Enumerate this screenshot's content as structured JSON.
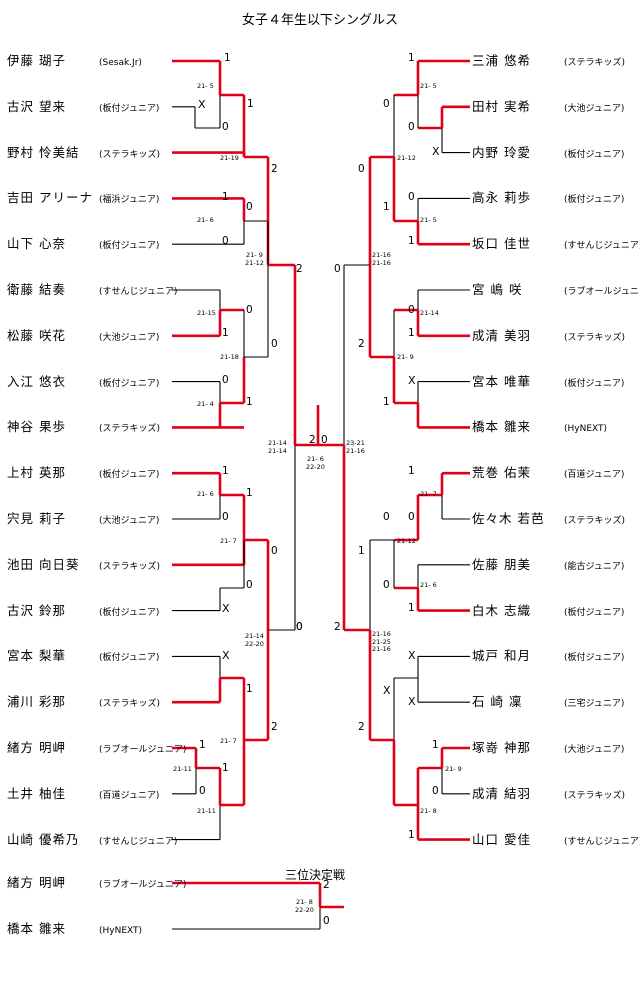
{
  "title": "女子４年生以下シングルス",
  "third_place_title": "三位決定戦",
  "left_players": [
    {
      "name": "伊藤 瑚子",
      "team": "(Sesak.Jr)"
    },
    {
      "name": "古沢 望来",
      "team": "(板付ジュニア)"
    },
    {
      "name": "野村 怜美結",
      "team": "(ステラキッズ)"
    },
    {
      "name": "吉田 アリーナ",
      "team": "(福浜ジュニア)"
    },
    {
      "name": "山下 心奈",
      "team": "(板付ジュニア)"
    },
    {
      "name": "衛藤 結奏",
      "team": "(すせんじジュニア)"
    },
    {
      "name": "松藤 咲花",
      "team": "(大池ジュニア)"
    },
    {
      "name": "入江 悠衣",
      "team": "(板付ジュニア)"
    },
    {
      "name": "神谷 果歩",
      "team": "(ステラキッズ)"
    },
    {
      "name": "上村 英那",
      "team": "(板付ジュニア)"
    },
    {
      "name": "宍見 莉子",
      "team": "(大池ジュニア)"
    },
    {
      "name": "池田 向日葵",
      "team": "(ステラキッズ)"
    },
    {
      "name": "古沢 鈴那",
      "team": "(板付ジュニア)"
    },
    {
      "name": "宮本 梨華",
      "team": "(板付ジュニア)"
    },
    {
      "name": "浦川 彩那",
      "team": "(ステラキッズ)"
    },
    {
      "name": "緒方 明岬",
      "team": "(ラブオールジュニア)"
    },
    {
      "name": "土井 柚佳",
      "team": "(百道ジュニア)"
    },
    {
      "name": "山崎 優希乃",
      "team": "(すせんじジュニア)"
    }
  ],
  "right_players": [
    {
      "name": "三浦 悠希",
      "team": "(ステラキッズ)"
    },
    {
      "name": "田村 実希",
      "team": "(大池ジュニア)"
    },
    {
      "name": "内野 玲愛",
      "team": "(板付ジュニア)"
    },
    {
      "name": "高永 莉歩",
      "team": "(板付ジュニア)"
    },
    {
      "name": "坂口 佳世",
      "team": "(すせんじジュニア)"
    },
    {
      "name": "宮 嶋 咲",
      "team": "(ラブオールジュニア)"
    },
    {
      "name": "成清 美羽",
      "team": "(ステラキッズ)"
    },
    {
      "name": "宮本 唯華",
      "team": "(板付ジュニア)"
    },
    {
      "name": "橋本 雛来",
      "team": "(HyNEXT)"
    },
    {
      "name": "荒巻 佑茉",
      "team": "(百道ジュニア)"
    },
    {
      "name": "佐々木 若芭",
      "team": "(ステラキッズ)"
    },
    {
      "name": "佐藤 朋美",
      "team": "(能古ジュニア)"
    },
    {
      "name": "白木 志織",
      "team": "(板付ジュニア)"
    },
    {
      "name": "城戸 和月",
      "team": "(板付ジュニア)"
    },
    {
      "name": "石 崎 凜",
      "team": "(三宅ジュニア)"
    },
    {
      "name": "塚嵜 神那",
      "team": "(大池ジュニア)"
    },
    {
      "name": "成清 結羽",
      "team": "(ステラキッズ)"
    },
    {
      "name": "山口 愛佳",
      "team": "(すせんじジュニア)"
    }
  ],
  "third_place_players": [
    {
      "name": "緒方 明岬",
      "team": "(ラブオールジュニア)"
    },
    {
      "name": "橋本 雛来",
      "team": "(HyNEXT)"
    }
  ],
  "scores": {
    "l1_1": "1",
    "l1_0": "0",
    "l_r1_1": "1",
    "l_r1_0": "0",
    "l2_1": "1",
    "l2_0": "0",
    "l3_0": "0",
    "l3_1": "1",
    "l4_0": "0",
    "l4_1": "1",
    "l_r2_2": "2",
    "l_r2_0": "0",
    "l5_1": "1",
    "l5_0": "0",
    "l6_1": "1",
    "l6_0": "0",
    "l7_0": "0",
    "l7_1": "1",
    "l8_1": "1",
    "l8_0": "0",
    "l8_1b": "1",
    "l_r3_0": "0",
    "l_r3_2": "2",
    "l_sf_2": "2",
    "l_sf_0": "0",
    "r1_1": "1",
    "r1_0": "0",
    "r1_0b": "0",
    "r_r1_0": "0",
    "r_r1_1": "1",
    "r2_0": "0",
    "r2_1": "1",
    "r3_0": "0",
    "r3_1": "1",
    "r3_1b": "1",
    "r_r2_0": "0",
    "r_r2_2": "2",
    "r5_1": "1",
    "r5_0": "0",
    "r6_0": "0",
    "r6_1": "1",
    "r_r3_1": "1",
    "r_r3_0": "0",
    "r8_1": "1",
    "r8_0": "0",
    "r8_1b": "1",
    "r_r4_2": "2",
    "r_sf_0": "0",
    "r_sf_2": "2",
    "final_2": "2",
    "final_0": "0",
    "tp_2": "2",
    "tp_0": "0"
  },
  "game_scores": {
    "g_l1": "21- 5",
    "g_l_r1": "21-19",
    "g_l2": "21- 6",
    "g_l3": "21-15",
    "g_l4": "21- 4",
    "g_l_r2": "21-18",
    "g_l_qf": "21- 9\n21-12",
    "g_l5": "21- 6",
    "g_l6": "21- 7",
    "g_l8a": "21-11",
    "g_l8b": "21-11",
    "g_l_r3": "21- 7",
    "g_l_qf2": "21-14\n22-20",
    "g_l_sf": "21-14\n21-14",
    "g_final": "21- 6\n22-20",
    "g_r1": "21- 5",
    "g_r_r1": "21-12",
    "g_r2": "21- 5",
    "g_r3": "21-14",
    "g_r4": "21- 9",
    "g_r_qf": "21-16\n21-16",
    "g_r5": "21- 7",
    "g_r_r3": "21-12",
    "g_r6": "21- 6",
    "g_r_qf2": "21-16\n21-25\n21-16",
    "g_r8": "21- 9",
    "g_r8b": "21- 8",
    "g_r_sf": "23-21\n21-16",
    "g_tp": "21- 8\n22-20"
  },
  "walkover_mark": "X",
  "colors": {
    "winner_line": "#e0001a",
    "line": "#000000"
  }
}
